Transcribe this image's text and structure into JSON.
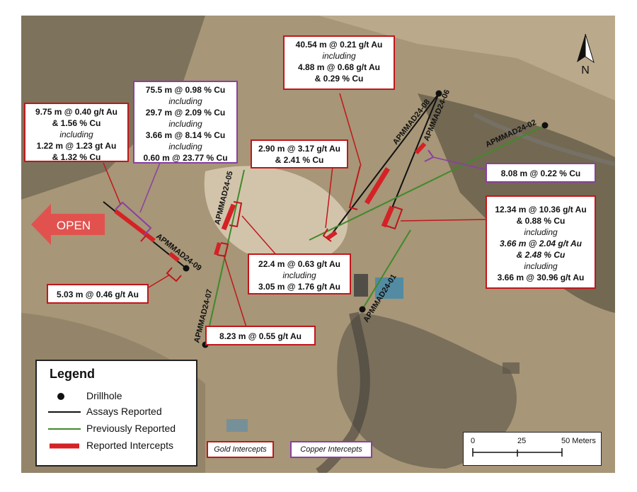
{
  "drillholes": {
    "apmmad24_09": "APMMAD24-09",
    "apmmad24_07": "APMMAD24-07",
    "apmmad24_05": "APMMAD24-05",
    "apmmad24_08": "APMMAD24-08",
    "apmmad24_06": "APMMAD24-06",
    "apmmad24_02": "APMMAD24-02",
    "apmmad24_01": "APMMAD24-01"
  },
  "callouts": {
    "c1": [
      "9.75 m @ 0.40 g/t Au",
      "& 1.56 % Cu",
      "including",
      "1.22 m @ 1.23 gt Au",
      "& 1.32 % Cu"
    ],
    "c2": [
      "75.5 m @ 0.98 % Cu",
      "including",
      "29.7 m @ 2.09 % Cu",
      "including",
      "3.66 m @ 8.14 % Cu",
      "including",
      "0.60 m @ 23.77 % Cu"
    ],
    "c3": [
      "40.54 m @ 0.21 g/t Au",
      "including",
      "4.88 m @ 0.68 g/t Au",
      "& 0.29 % Cu"
    ],
    "c4": [
      "2.90 m @ 3.17 g/t Au",
      "& 2.41 % Cu"
    ],
    "c5": [
      "8.08 m @ 0.22 % Cu"
    ],
    "c6": [
      "12.34 m @ 10.36 g/t Au",
      "& 0.88 % Cu",
      "including",
      "3.66 m @ 2.04 g/t Au",
      "& 2.48 % Cu",
      "including",
      "3.66 m @ 30.96 g/t Au"
    ],
    "c7": [
      "22.4 m @ 0.63 g/t Au",
      "including",
      "3.05 m @ 1.76 g/t Au"
    ],
    "c8": [
      "5.03 m @ 0.46 g/t Au"
    ],
    "c9": [
      "8.23 m @ 0.55 g/t Au"
    ]
  },
  "legend": {
    "title": "Legend",
    "drillhole": "Drillhole",
    "assays": "Assays Reported",
    "previous": "Previously Reported",
    "intercepts": "Reported Intercepts"
  },
  "key": {
    "gold": "Gold Intercepts",
    "copper": "Copper Intercepts"
  },
  "scale": {
    "zero": "0",
    "mid": "25",
    "end": "50 Meters"
  },
  "open_label": "OPEN",
  "north_label": "N",
  "colors": {
    "gold_border": "#c0171b",
    "copper_border": "#8a3fa3",
    "assay_line": "#111111",
    "previous_line": "#3f8a2a",
    "intercept": "#d42226"
  }
}
